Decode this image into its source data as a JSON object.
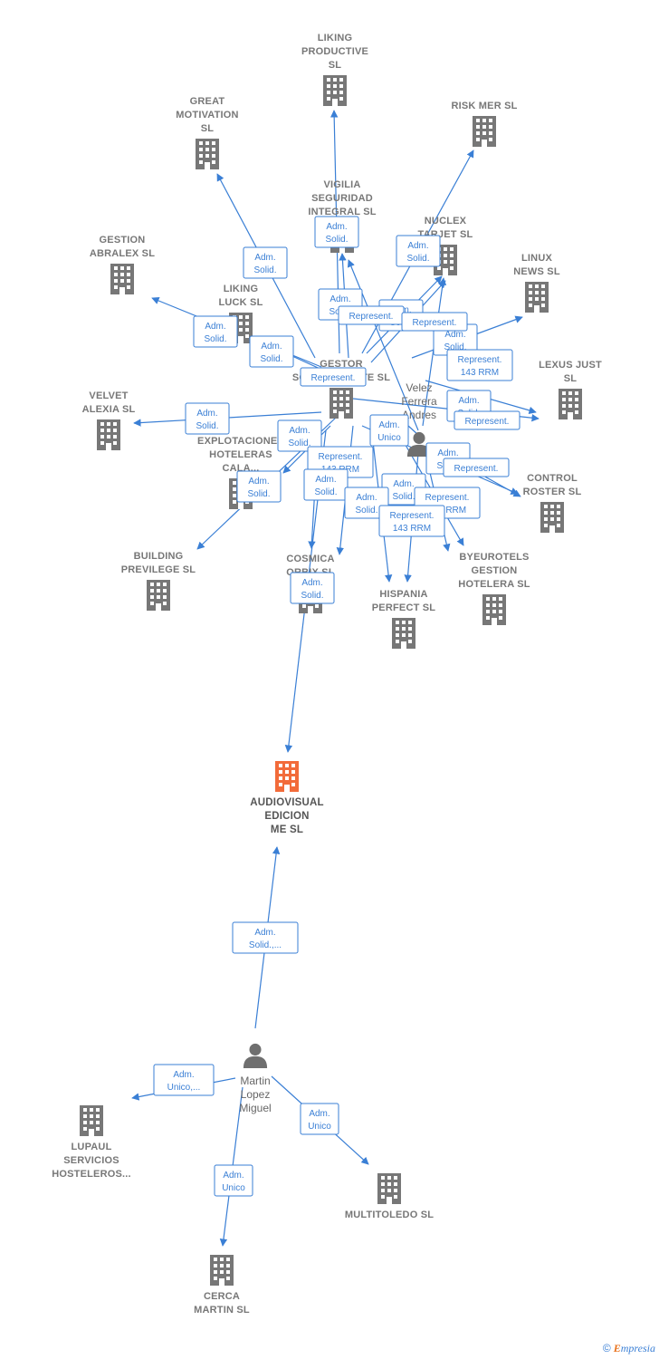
{
  "colors": {
    "edge": "#3a7fd5",
    "company": "#777777",
    "focus": "#f26b3a",
    "person": "#6f6f6f",
    "brand_e": "#e8701a"
  },
  "footer": {
    "copyright": "©",
    "brand_rest": "mpresia",
    "brand_initial": "E"
  },
  "companies": [
    {
      "id": "liking_productive",
      "lines": [
        "LIKING",
        "PRODUCTIVE",
        "SL"
      ]
    },
    {
      "id": "great_motivation",
      "lines": [
        "GREAT",
        "MOTIVATION",
        "SL"
      ]
    },
    {
      "id": "risk_mer",
      "lines": [
        "RISK MER  SL"
      ]
    },
    {
      "id": "vigilia",
      "lines": [
        "VIGILIA",
        "SEGURIDAD",
        "INTEGRAL  SL"
      ]
    },
    {
      "id": "nuclex",
      "lines": [
        "NUCLEX",
        "TARJET  SL"
      ]
    },
    {
      "id": "gestion_abralex",
      "lines": [
        "GESTION",
        "ABRALEX  SL"
      ]
    },
    {
      "id": "linux_news",
      "lines": [
        "LINUX",
        "NEWS  SL"
      ]
    },
    {
      "id": "liking_luck",
      "lines": [
        "LIKING",
        "LUCK  SL"
      ]
    },
    {
      "id": "gestor",
      "lines": [
        "GESTOR",
        "SOCIOS ... ANTE SL"
      ]
    },
    {
      "id": "lexus_just",
      "lines": [
        "LEXUS JUST",
        "SL"
      ]
    },
    {
      "id": "velvet_alexia",
      "lines": [
        "VELVET",
        "ALEXIA  SL"
      ]
    },
    {
      "id": "explotaciones",
      "lines": [
        "EXPLOTACIONES",
        "HOTELERAS",
        "CALA..."
      ]
    },
    {
      "id": "control_roster",
      "lines": [
        "CONTROL",
        "ROSTER  SL"
      ]
    },
    {
      "id": "building_previlege",
      "lines": [
        "BUILDING",
        "PREVILEGE  SL"
      ]
    },
    {
      "id": "cosmica_orbix",
      "lines": [
        "COSMICA",
        "ORBIX  SL"
      ]
    },
    {
      "id": "byeurotels",
      "lines": [
        "BYEUROTELS",
        "GESTION",
        "HOTELERA  SL"
      ]
    },
    {
      "id": "hispania_perfect",
      "lines": [
        "HISPANIA",
        "PERFECT  SL"
      ]
    },
    {
      "id": "audiovisual",
      "lines": [
        "AUDIOVISUAL",
        "EDICION",
        "ME  SL"
      ],
      "focus": true
    },
    {
      "id": "lupaul",
      "lines": [
        "LUPAUL",
        "SERVICIOS",
        "HOSTELEROS..."
      ]
    },
    {
      "id": "multitoledo",
      "lines": [
        "MULTITOLEDO SL"
      ]
    },
    {
      "id": "cerca_martin",
      "lines": [
        "CERCA",
        "MARTIN SL"
      ]
    }
  ],
  "persons": [
    {
      "id": "velez",
      "lines": [
        "Velez",
        "Ferrera",
        "Andres"
      ]
    },
    {
      "id": "martin",
      "lines": [
        "Martin",
        "Lopez",
        "Miguel"
      ]
    }
  ],
  "edge_labels": [
    {
      "id": "l1",
      "lines": [
        "Adm.",
        "Solid."
      ]
    },
    {
      "id": "l2",
      "lines": [
        "Adm.",
        "Solid."
      ]
    },
    {
      "id": "l3",
      "lines": [
        "Adm.",
        "Solid."
      ]
    },
    {
      "id": "l4",
      "lines": [
        "Adm.",
        "Solid."
      ]
    },
    {
      "id": "l5",
      "lines": [
        "Adm.",
        "Solid."
      ]
    },
    {
      "id": "l6",
      "lines": [
        "Adm.",
        "Solid."
      ]
    },
    {
      "id": "l7",
      "lines": [
        "Adm.",
        "Solid."
      ]
    },
    {
      "id": "l8",
      "lines": [
        "Represent."
      ]
    },
    {
      "id": "l9",
      "lines": [
        "Adm.",
        "Solid."
      ]
    },
    {
      "id": "l10",
      "lines": [
        "Represent."
      ]
    },
    {
      "id": "l11",
      "lines": [
        "Adm.",
        "Solid."
      ]
    },
    {
      "id": "l12",
      "lines": [
        "Represent.",
        "143 RRM"
      ]
    },
    {
      "id": "l13",
      "lines": [
        "Represent."
      ]
    },
    {
      "id": "l14",
      "lines": [
        "Adm.",
        "Solid."
      ]
    },
    {
      "id": "l15",
      "lines": [
        "Represent."
      ]
    },
    {
      "id": "l16",
      "lines": [
        "Adm.",
        "Solid."
      ]
    },
    {
      "id": "l17",
      "lines": [
        "Adm.",
        "Solid."
      ]
    },
    {
      "id": "l18",
      "lines": [
        "Adm.",
        "Unico"
      ]
    },
    {
      "id": "l19",
      "lines": [
        "Represent.",
        "143 RRM"
      ]
    },
    {
      "id": "l20",
      "lines": [
        "Adm.",
        "Solid."
      ]
    },
    {
      "id": "l21",
      "lines": [
        "Adm.",
        "Solid."
      ]
    },
    {
      "id": "l22",
      "lines": [
        "Represent."
      ]
    },
    {
      "id": "l23",
      "lines": [
        "Adm.",
        "Solid."
      ]
    },
    {
      "id": "l24",
      "lines": [
        "Adm.",
        "Solid."
      ]
    },
    {
      "id": "l25",
      "lines": [
        "Represent.",
        "143 RRM"
      ]
    },
    {
      "id": "l26",
      "lines": [
        "Represent.",
        "143 RRM"
      ]
    },
    {
      "id": "l27",
      "lines": [
        "Adm.",
        "Solid."
      ]
    },
    {
      "id": "l28",
      "lines": [
        "Adm.",
        "Solid.,..."
      ]
    },
    {
      "id": "l29",
      "lines": [
        "Adm.",
        "Unico,..."
      ]
    },
    {
      "id": "l30",
      "lines": [
        "Adm.",
        "Unico"
      ]
    },
    {
      "id": "l31",
      "lines": [
        "Adm.",
        "Unico"
      ]
    }
  ]
}
